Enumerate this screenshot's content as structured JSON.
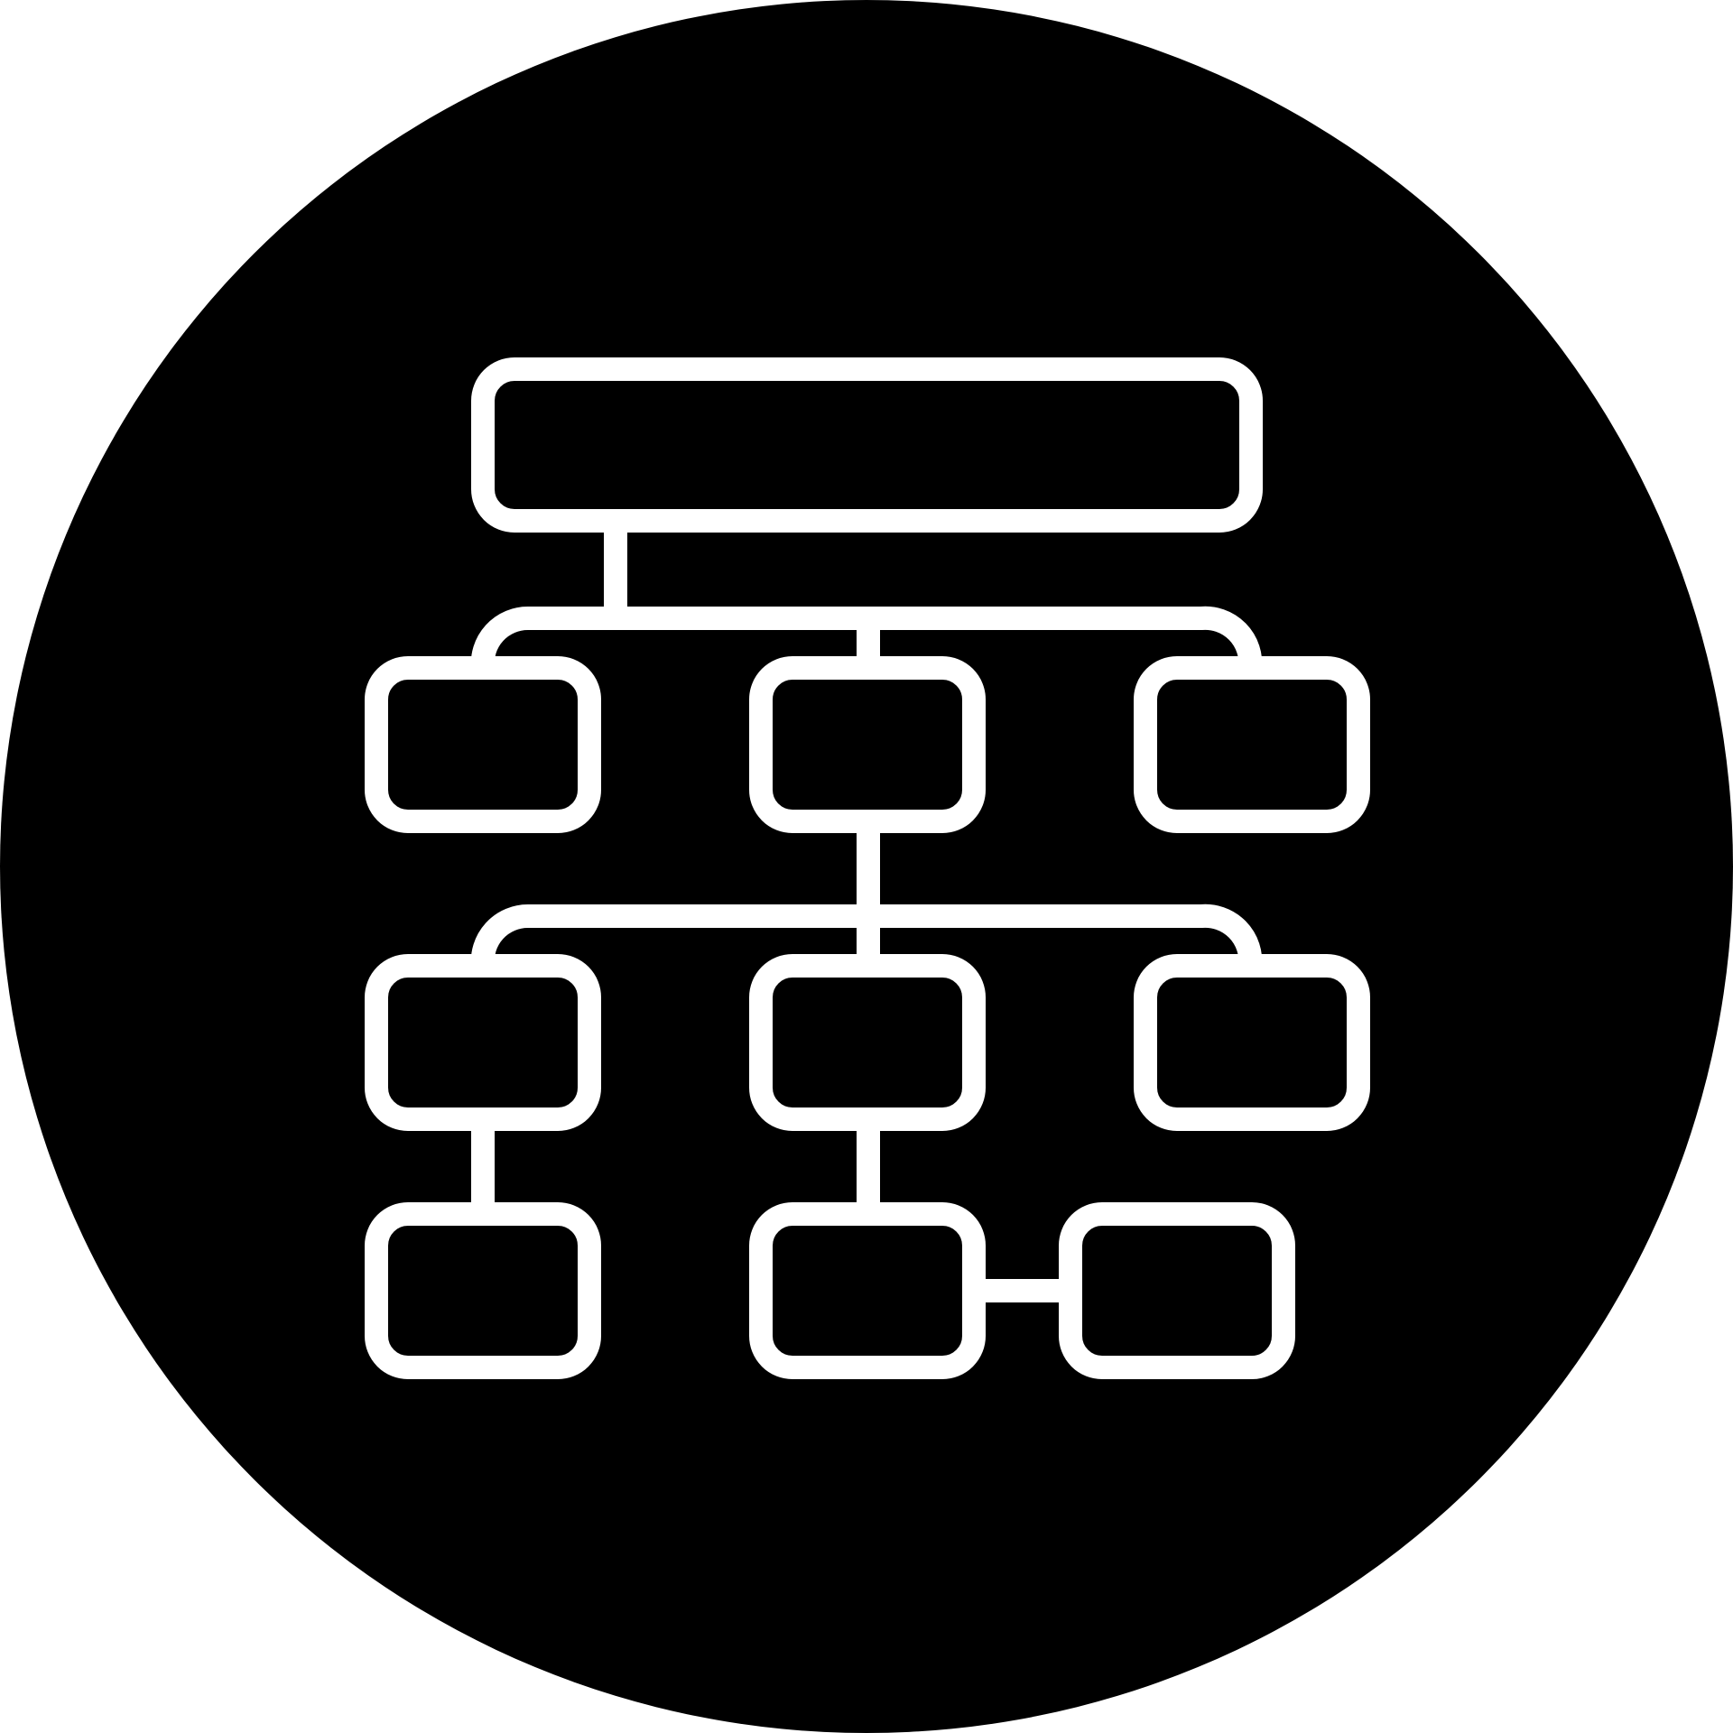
{
  "icon": {
    "name": "hierarchy-structure-icon",
    "background_color": "#000000",
    "stroke_color": "#ffffff",
    "node_fill": "#000000",
    "shape": "circle"
  },
  "hierarchy": {
    "levels": 4,
    "nodes": [
      {
        "id": "root",
        "level": 0
      },
      {
        "id": "level1-left",
        "level": 1
      },
      {
        "id": "level1-center",
        "level": 1
      },
      {
        "id": "level1-right",
        "level": 1
      },
      {
        "id": "level2-left",
        "level": 2
      },
      {
        "id": "level2-center",
        "level": 2
      },
      {
        "id": "level2-right",
        "level": 2
      },
      {
        "id": "level3-left",
        "level": 3
      },
      {
        "id": "level3-center",
        "level": 3
      },
      {
        "id": "level3-right",
        "level": 3
      }
    ]
  }
}
